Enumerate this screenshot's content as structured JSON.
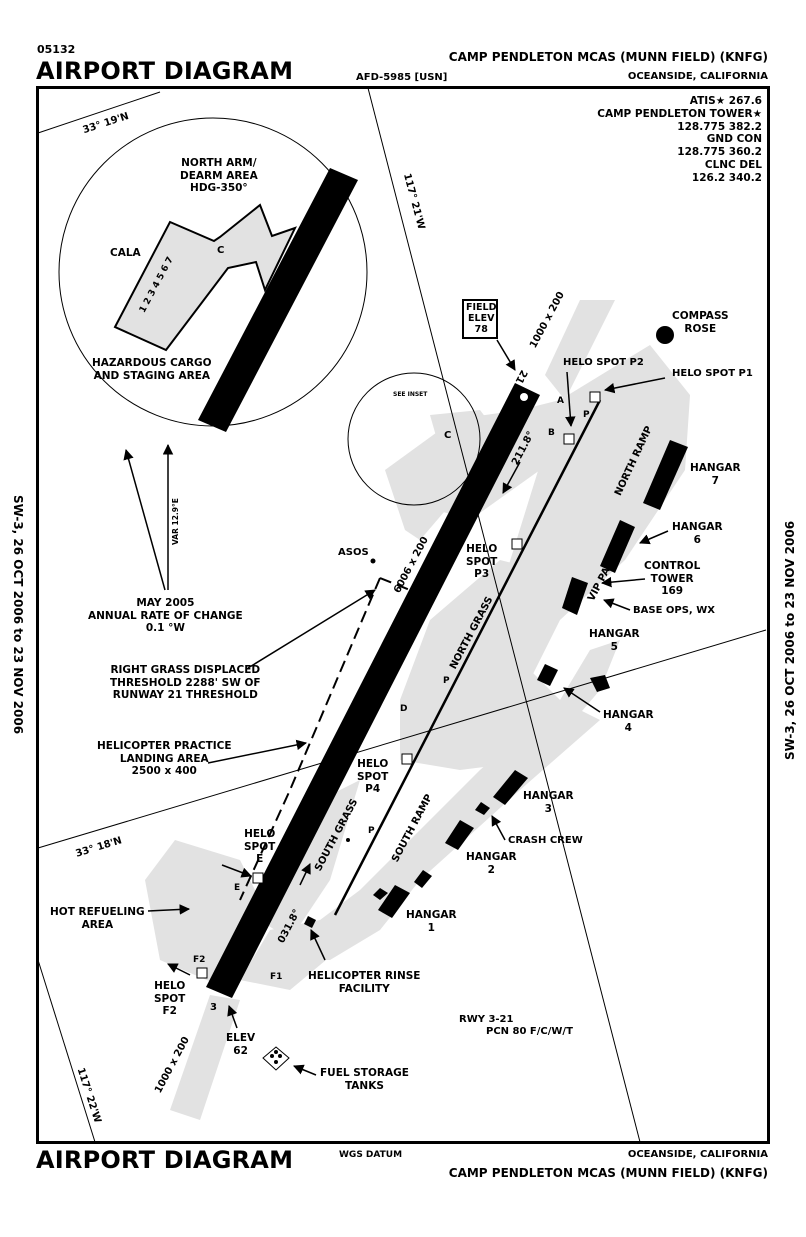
{
  "header": {
    "chart_id": "05132",
    "title": "AIRPORT DIAGRAM",
    "afd": "AFD-5985 [USN]",
    "airport_name": "CAMP PENDLETON MCAS (MUNN FIELD)  (KNFG)",
    "location": "OCEANSIDE, CALIFORNIA"
  },
  "footer": {
    "title": "AIRPORT DIAGRAM",
    "datum": "WGS DATUM",
    "location": "OCEANSIDE, CALIFORNIA",
    "airport_name": "CAMP PENDLETON MCAS (MUNN FIELD)  (KNFG)"
  },
  "side_margin": {
    "left": "SW-3, 26 OCT 2006 to 23 NOV 2006",
    "right": "SW-3, 26 OCT 2006 to 23 NOV 2006"
  },
  "frequencies": [
    "ATIS★ 267.6",
    "CAMP PENDLETON TOWER★",
    "128.775  382.2",
    "GND CON",
    "128.775  360.2",
    "CLNC DEL",
    "126.2 340.2"
  ],
  "coordinates": {
    "lat_north": "33° 19'N",
    "lat_south": "33° 18'N",
    "lon_east": "117° 21'W",
    "lon_west": "117° 22'W"
  },
  "inset": {
    "title_lines": [
      "NORTH ARM/",
      "DEARM AREA",
      "HDG-350°"
    ],
    "cala": "CALA",
    "taxiway": "C",
    "pad_numbers": [
      "1",
      "2",
      "3",
      "4",
      "5",
      "6",
      "7"
    ],
    "hazardous_lines": [
      "HAZARDOUS CARGO",
      "AND STAGING AREA"
    ],
    "see_inset": "SEE INSET"
  },
  "magnetic": {
    "var": "VAR 12.9°E",
    "date_lines": [
      "MAY 2005",
      "ANNUAL RATE OF CHANGE",
      "0.1 °W"
    ]
  },
  "runway": {
    "designation": "RWY 3-21",
    "pcn": "PCN 80 F/C/W/T",
    "dimensions": "6006 x 200",
    "end_north": "21",
    "end_south": "3",
    "heading_north": "211.8°",
    "heading_south": "031.8°",
    "overrun_north": "1000 x 200",
    "overrun_south": "1000 x 200",
    "field_elev_lines": [
      "FIELD",
      "ELEV",
      "78"
    ],
    "elev_south_lines": [
      "ELEV",
      "62"
    ]
  },
  "labels": {
    "asos": "ASOS",
    "compass_rose": [
      "COMPASS",
      "ROSE"
    ],
    "helo_p1": "HELO SPOT P1",
    "helo_p2": "HELO SPOT P2",
    "helo_p3": [
      "HELO",
      "SPOT",
      "P3"
    ],
    "helo_p4": [
      "HELO",
      "SPOT",
      "P4"
    ],
    "helo_e": [
      "HELO",
      "SPOT",
      "E"
    ],
    "helo_f2": [
      "HELO",
      "SPOT",
      "F2"
    ],
    "north_ramp": "NORTH RAMP",
    "south_ramp": "SOUTH RAMP",
    "north_grass": "NORTH GRASS",
    "south_grass": "SOUTH GRASS",
    "vip_parking": "VIP PARKING",
    "control_tower": [
      "CONTROL",
      "TOWER",
      "169"
    ],
    "base_ops": "BASE OPS, WX",
    "crash_crew": "CRASH CREW",
    "displaced_threshold": [
      "RIGHT GRASS DISPLACED",
      "THRESHOLD 2288' SW OF",
      "RUNWAY 21 THRESHOLD"
    ],
    "helicopter_practice": [
      "HELICOPTER PRACTICE",
      "LANDING AREA",
      "2500 x 400"
    ],
    "hot_refueling": [
      "HOT REFUELING",
      "AREA"
    ],
    "rinse": [
      "HELICOPTER RINSE",
      "FACILITY"
    ],
    "fuel_storage": [
      "FUEL STORAGE",
      "TANKS"
    ],
    "hangars": [
      {
        "name": "HANGAR",
        "num": "1"
      },
      {
        "name": "HANGAR",
        "num": "2"
      },
      {
        "name": "HANGAR",
        "num": "3"
      },
      {
        "name": "HANGAR",
        "num": "4"
      },
      {
        "name": "HANGAR",
        "num": "5"
      },
      {
        "name": "HANGAR",
        "num": "6"
      },
      {
        "name": "HANGAR",
        "num": "7"
      }
    ],
    "taxiways": {
      "a": "A",
      "b": "B",
      "c": "C",
      "d": "D",
      "e": "E",
      "f1": "F1",
      "f2": "F2",
      "p": "P"
    }
  },
  "colors": {
    "pavement": "#e2e2e2",
    "runway": "#000000",
    "line": "#000000"
  }
}
